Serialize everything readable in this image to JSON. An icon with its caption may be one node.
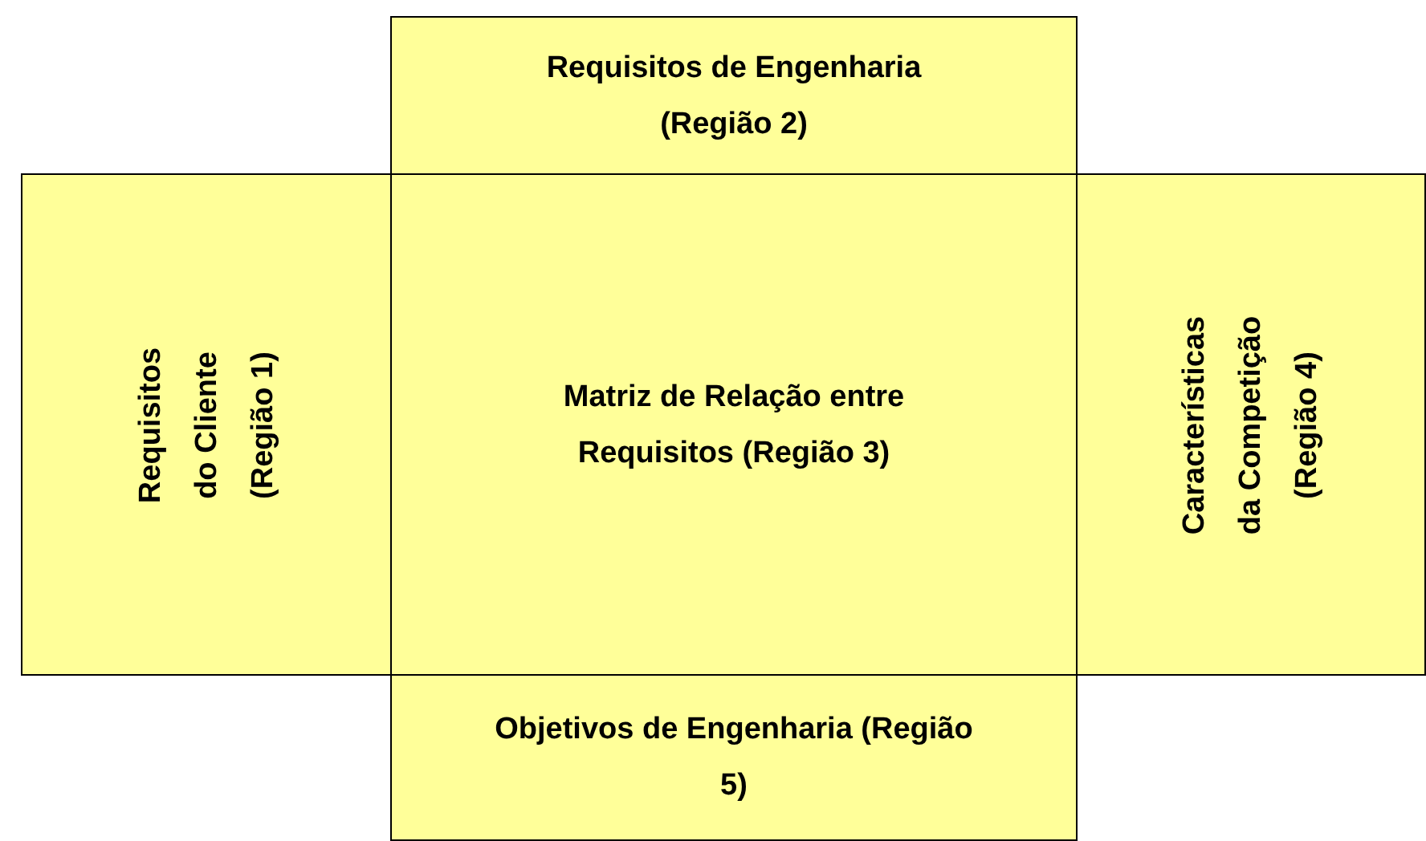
{
  "diagram": {
    "nodes": [
      {
        "text": [
          "Requisitos de Engenharia (Região 2)"
        ]
      },
      {
        "text": [
          "Requisitos do Cliente (Região 1)"
        ]
      },
      {
        "text": [
          "Matriz de Relação entre Requisitos (Região 3)"
        ]
      },
      {
        "text": [
          "Características da Competição (Região 4)"
        ]
      },
      {
        "text": [
          "Objetivos de Engenharia (Região 5)"
        ]
      }
    ]
  }
}
